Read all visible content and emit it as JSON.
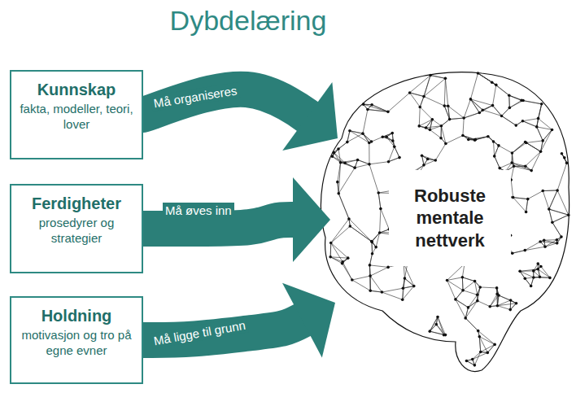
{
  "diagram": {
    "title": "Dybdelæring",
    "nodes": [
      {
        "text": [
          "Kunnskap",
          "fakta, modeller, teori, lover"
        ]
      },
      {
        "text": [
          "Ferdigheter",
          "prosedyrer og strategier"
        ]
      },
      {
        "text": [
          "Holdning",
          "motivasjon og tro på egne evner"
        ]
      },
      {
        "text": [
          "Robuste mentale nettverk"
        ]
      }
    ],
    "edges": [
      {
        "from": 0,
        "to": 3,
        "label": "Må organiseres",
        "arrow": "to"
      },
      {
        "from": 1,
        "to": 3,
        "label": "Må øves inn",
        "arrow": "to"
      },
      {
        "from": 2,
        "to": 3,
        "label": "Må ligge til grunn",
        "arrow": "to"
      }
    ]
  }
}
